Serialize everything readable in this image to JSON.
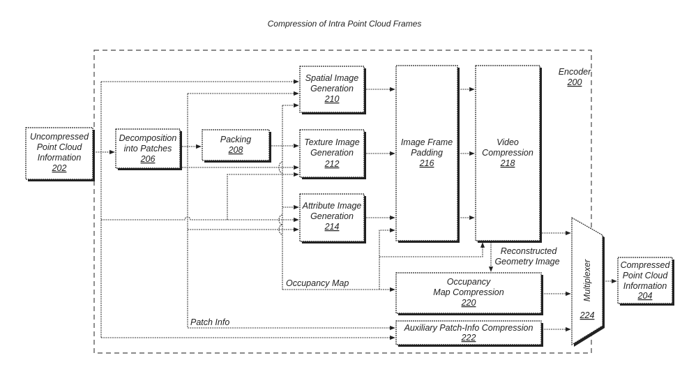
{
  "title": "Compression of Intra Point Cloud Frames",
  "encoder": {
    "label": "Encoder",
    "ref": "200"
  },
  "blocks": {
    "input": {
      "lines": [
        "Uncompressed",
        "Point Cloud",
        "Information"
      ],
      "ref": "202"
    },
    "decomposition": {
      "lines": [
        "Decomposition",
        "into Patches"
      ],
      "ref": "206"
    },
    "packing": {
      "lines": [
        "Packing"
      ],
      "ref": "208"
    },
    "spatial": {
      "lines": [
        "Spatial Image",
        "Generation"
      ],
      "ref": "210"
    },
    "texture": {
      "lines": [
        "Texture Image",
        "Generation"
      ],
      "ref": "212"
    },
    "attribute": {
      "lines": [
        "Attribute Image",
        "Generation"
      ],
      "ref": "214"
    },
    "padding": {
      "lines": [
        "Image Frame",
        "Padding"
      ],
      "ref": "216"
    },
    "video": {
      "lines": [
        "Video",
        "Compression"
      ],
      "ref": "218"
    },
    "occupancy": {
      "lines": [
        "Occupancy",
        "Map Compression"
      ],
      "ref": "220"
    },
    "auxiliary": {
      "lines": [
        "Auxiliary Patch-Info Compression"
      ],
      "ref": "222"
    },
    "multiplexer": {
      "lines": [
        "Multiplexer"
      ],
      "ref": "224"
    },
    "output": {
      "lines": [
        "Compressed",
        "Point Cloud",
        "Information"
      ],
      "ref": "204"
    }
  },
  "edge_labels": {
    "reconstructed": [
      "Reconstructed",
      "Geometry Image"
    ],
    "occupancy_map": "Occupancy Map",
    "patch_info": "Patch Info"
  }
}
